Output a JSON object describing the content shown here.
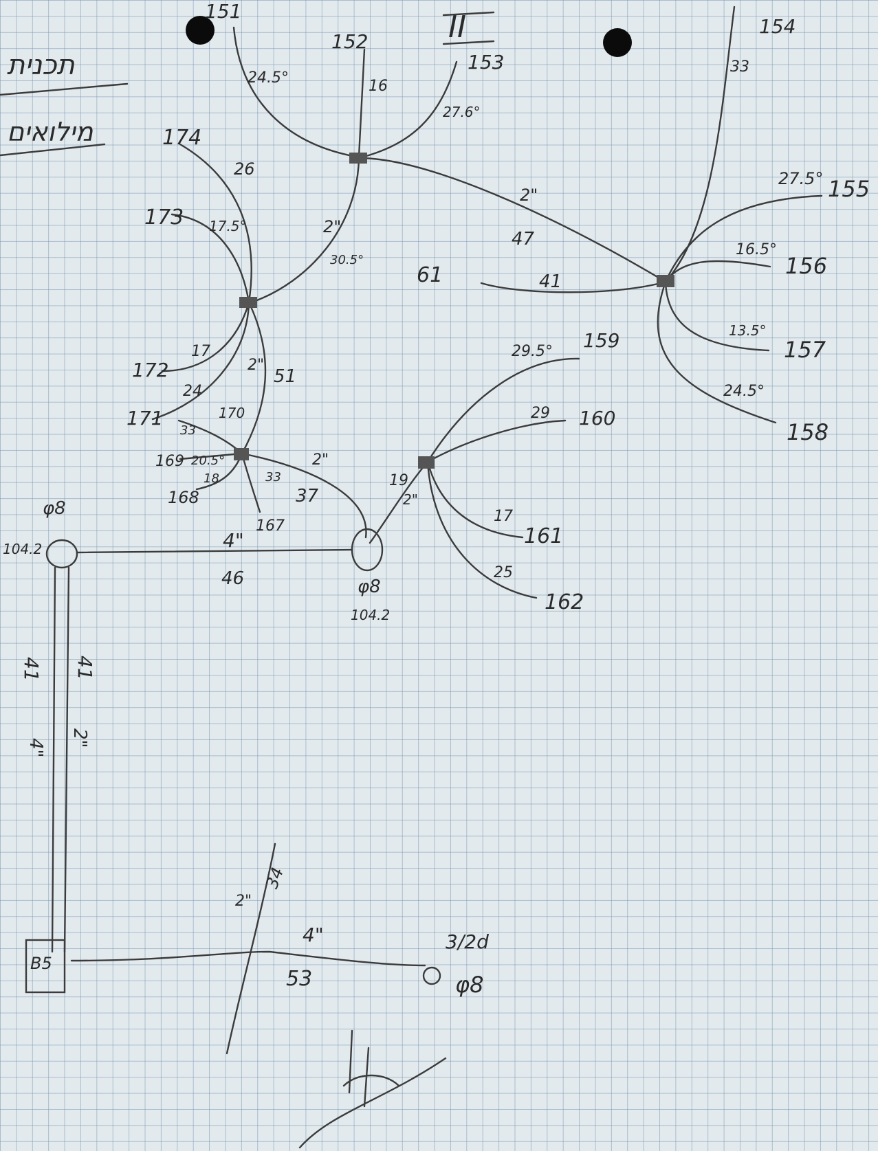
{
  "header": {
    "title_line": "תכנית",
    "subtitle_line": "מילואים",
    "page_mark": "II"
  },
  "equipment": {
    "pole_label": "φ8",
    "pole_value": "104.2",
    "bottom_box": "B5",
    "bottom_node_label": "φ8",
    "bottom_node_note": "3/2d"
  },
  "endpoints": [
    "151",
    "152",
    "153",
    "154",
    "155",
    "156",
    "157",
    "158",
    "159",
    "160",
    "161",
    "162",
    "167",
    "168",
    "169",
    "170",
    "171",
    "172",
    "173",
    "174"
  ],
  "lengths": {
    "l151": "24.5°",
    "l152": "16",
    "l153": "27.6°",
    "l154": "33",
    "l155": "27.5°",
    "l156": "16.5°",
    "l157": "13.5°",
    "l158": "24.5°",
    "l159": "29.5°",
    "l160": "29",
    "l161": "17",
    "l162": "25",
    "l174": "26",
    "l173": "17.5°",
    "l172": "17",
    "l171": "24",
    "l170": "33",
    "l169": "20.5°",
    "l168": "18",
    "l167": "33",
    "hub_main": "47",
    "hub_trunk_note": "2\"",
    "hub_left": "41",
    "left_trunk": "30.5°",
    "left_trunk_note": "2\"",
    "mid_trunk": "51",
    "mid_trunk_note": "2\"",
    "low_trunk": "37",
    "low_trunk_note": "2\"",
    "right_low_trunk": "19",
    "right_low_note": "2\"",
    "pole_span": "46",
    "pole_span_note": "4\"",
    "drop_a": "41",
    "drop_a_note": "4\"",
    "drop_b": "41",
    "drop_b_note": "2\"",
    "bottom_span": "53",
    "bottom_span_note": "4\"",
    "cross_line": "34",
    "cross_line_note": "2\"",
    "hub_right_in": "61"
  }
}
